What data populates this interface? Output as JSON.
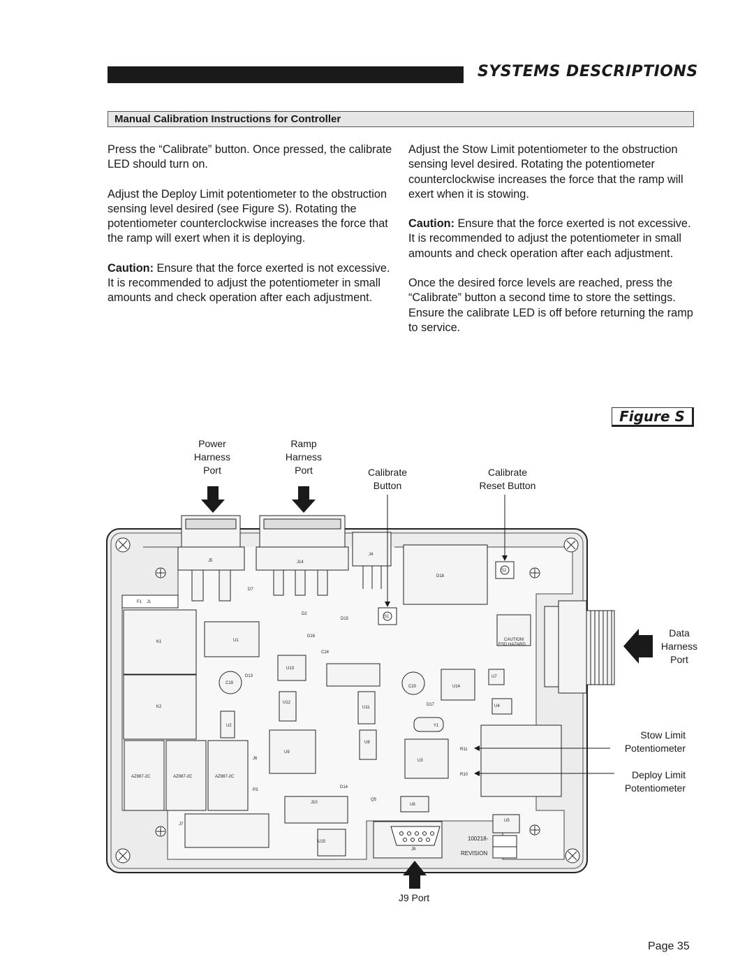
{
  "header": {
    "title": "SYSTEMS DESCRIPTIONS"
  },
  "section": {
    "title": "Manual Calibration Instructions for Controller"
  },
  "left_column": {
    "p1": "Press the “Calibrate” button. Once pressed, the calibrate LED should turn on.",
    "p2": "Adjust the Deploy Limit potentiometer to the obstruction sensing level desired (see Figure S). Rotating the potentiometer counterclockwise increases the force that the ramp will exert when it is deploying.",
    "p3_label": "Caution:",
    "p3_text": " Ensure that the force exerted is not excessive. It is recommended to adjust the potentiometer in small amounts and check operation after each adjustment."
  },
  "right_column": {
    "p1": "Adjust the Stow Limit potentiometer to the obstruction sensing level desired. Rotating the potentiometer counterclockwise increases the force that the ramp will exert when it is stowing.",
    "p2_label": "Caution:",
    "p2_text": " Ensure that the force exerted is not excessive. It is recommended to adjust the potentiometer in small amounts and check operation after each adjustment.",
    "p3": "Once the desired force levels are reached, press the “Calibrate” button a second time to store the settings. Ensure the calibrate LED is off before returning the ramp to service."
  },
  "figure": {
    "label": "Figure S",
    "callouts": {
      "power_harness": [
        "Power",
        "Harness",
        "Port"
      ],
      "ramp_harness": [
        "Ramp",
        "Harness",
        "Port"
      ],
      "calibrate_button": [
        "Calibrate",
        "Button"
      ],
      "calibrate_reset": [
        "Calibrate",
        "Reset Button"
      ],
      "data_harness": [
        "Data",
        "Harness",
        "Port"
      ],
      "stow_limit": [
        "Stow Limit",
        "Potentiometer"
      ],
      "deploy_limit": [
        "Deploy Limit",
        "Potentiometer"
      ],
      "j9_port": "J9 Port"
    },
    "board": {
      "connectors": [
        "J5",
        "J14",
        "J4",
        "D18",
        "S2",
        "S1"
      ],
      "components": [
        "D7",
        "D2",
        "D15",
        "D16",
        "K1",
        "K2",
        "U1",
        "C24",
        "U13",
        "D13",
        "C19",
        "U12",
        "U11",
        "U2",
        "C20",
        "U14",
        "U7",
        "U4",
        "D17",
        "Y1",
        "U9",
        "U8",
        "U3",
        "R11",
        "R10",
        "D14",
        "Q5",
        "U6",
        "J10",
        "U15",
        "J9",
        "U5",
        "J7",
        "P3",
        "J1",
        "F1",
        "J6"
      ],
      "relays": [
        "AZ987-2C",
        "AZ987-2C",
        "AZ987-2C"
      ],
      "caution": [
        "CAUTION!",
        "ESD HAZARD"
      ],
      "part_number": "100218-",
      "revision": "REVISION"
    }
  },
  "footer": {
    "page": "Page 35"
  }
}
